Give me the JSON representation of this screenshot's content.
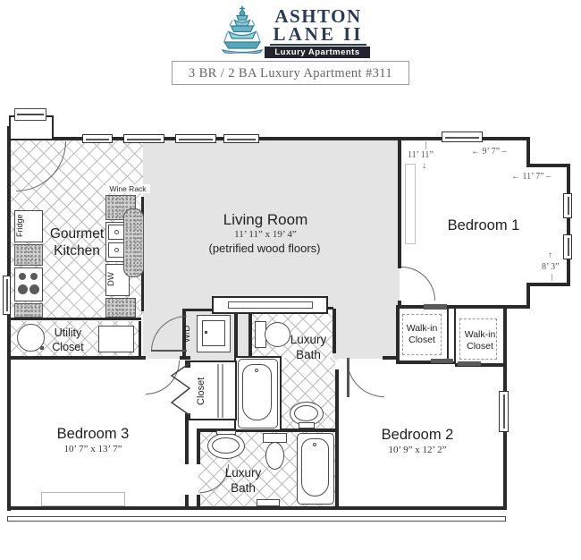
{
  "header": {
    "brand_line1": "ASHTON",
    "brand_line2": "LANE II",
    "tagline": "Luxury Apartments"
  },
  "title_bar": {
    "text": "3 BR / 2 BA Luxury Apartment #311"
  },
  "rooms": {
    "living_room": {
      "name": "Living Room",
      "dims": "11’ 11” x 19’ 4”",
      "note": "(petrified wood floors)"
    },
    "bedroom_1": {
      "name": "Bedroom 1"
    },
    "bedroom_2": {
      "name": "Bedroom 2",
      "dims": "10’ 9” x 12’ 2”"
    },
    "bedroom_3": {
      "name": "Bedroom 3",
      "dims": "10’ 7” x 13’ 7”"
    },
    "kitchen": {
      "name": "Gourmet Kitchen"
    },
    "utility_closet": {
      "name": "Utility Closet"
    },
    "bath_upper": {
      "name": "Luxury Bath"
    },
    "bath_lower": {
      "name": "Luxury Bath"
    },
    "walk_in_closet_upper": {
      "name": "Walk-in Closet"
    },
    "walk_in_closet_lower": {
      "name": "Walk-in Closet"
    },
    "closet": {
      "name": "Closet"
    }
  },
  "appliances": {
    "fridge": "Fridge",
    "dishwasher": "DW",
    "washer_dryer": "W/D",
    "wine_rack": "Wine Rack"
  },
  "bedroom1_dims": {
    "left_width": {
      "text": "11’ 11”",
      "arrow": "↓"
    },
    "top_width": {
      "arrow": "←",
      "text": "9’ 7”"
    },
    "alcove_width": {
      "arrow": "←",
      "text": "11’ 7”"
    },
    "right_height": {
      "arrow": "↑",
      "text": "8’ 3”"
    }
  },
  "colors": {
    "wall": "#2a2a2a",
    "floor_gray": "#e4e4e4",
    "brand_navy": "#2b3a55",
    "logo_teal": "#4f9cb1"
  }
}
